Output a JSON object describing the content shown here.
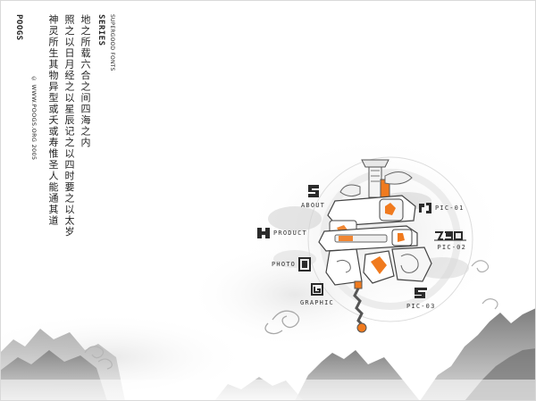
{
  "poem": {
    "lines": [
      "地之所载六合之间四海之内",
      "照之以日月经之以星辰记之以四时要之以太岁",
      "神灵所生其物异型或夭或寿惟圣人能通其道"
    ]
  },
  "credit": {
    "studio": "POOGS",
    "copyright": "© WWW.POOGS.ORG 2005"
  },
  "logo": {
    "title": "SERIES",
    "subtitle": "SUPERGOOD FONTS"
  },
  "nav": {
    "about": "ABOUT",
    "product": "PRODUCT",
    "photo": "PHOTO",
    "graphic": "GRAPHIC",
    "pic01": "PIC-01",
    "pic02": "PIC-02",
    "pic03": "PIC-03"
  },
  "colors": {
    "accent": "#f07a1e",
    "ink": "#333333",
    "mist": "#bdbdbd"
  }
}
